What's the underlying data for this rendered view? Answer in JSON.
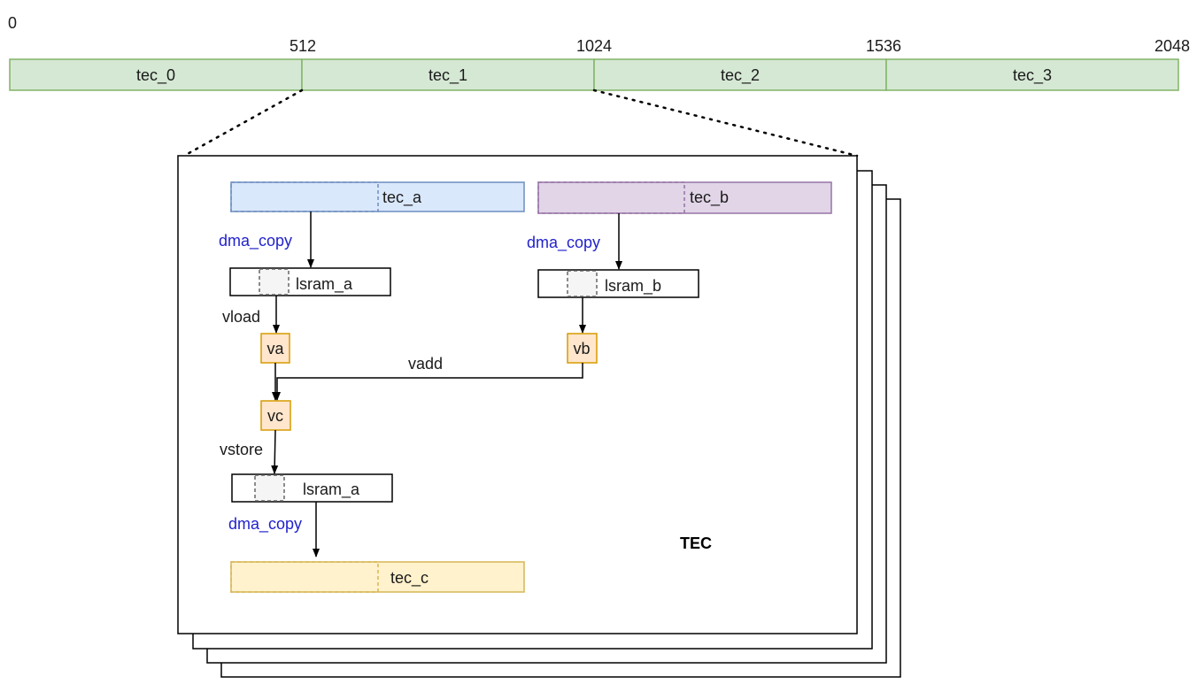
{
  "memory_bar": {
    "start_tick": "0",
    "ticks": [
      "512",
      "1024",
      "1536",
      "2048"
    ],
    "segments": [
      "tec_0",
      "tec_1",
      "tec_2",
      "tec_3"
    ],
    "fill_color": "#d5e8d4",
    "stroke_color": "#82b366"
  },
  "tec": {
    "title": "TEC",
    "buffers": {
      "tec_a": {
        "label": "tec_a",
        "fill_color": "#dae8fc",
        "stroke_color": "#6c8ebf"
      },
      "tec_b": {
        "label": "tec_b",
        "fill_color": "#e1d5e7",
        "stroke_color": "#9673a6"
      },
      "tec_c": {
        "label": "tec_c",
        "fill_color": "#fff2cc",
        "stroke_color": "#d6b656"
      }
    },
    "lsram": {
      "a_top": "lsram_a",
      "b": "lsram_b",
      "a_bottom": "lsram_a"
    },
    "registers": {
      "va": "va",
      "vb": "vb",
      "vc": "vc",
      "fill_color": "#ffe6cc",
      "stroke_color": "#d79b00"
    },
    "operations": {
      "dma_copy_a": "dma_copy",
      "dma_copy_b": "dma_copy",
      "vload": "vload",
      "vadd": "vadd",
      "vstore": "vstore",
      "dma_copy_c": "dma_copy"
    }
  }
}
